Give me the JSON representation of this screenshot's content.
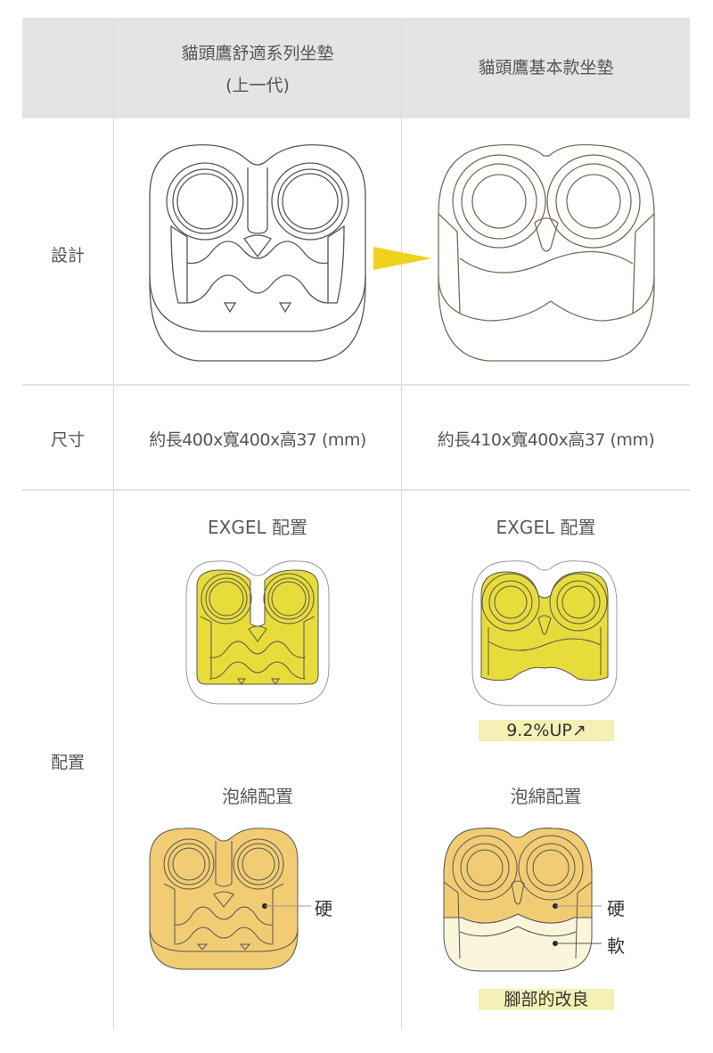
{
  "header": {
    "col1_line1": "貓頭鷹舒適系列坐墊",
    "col1_line2": "(上一代)",
    "col2": "貓頭鷹基本款坐墊"
  },
  "rows": {
    "design": {
      "label": "設計",
      "arrow_icon": "triangle-arrow-right",
      "arrow_color": "#f0d21a"
    },
    "size": {
      "label": "尺寸",
      "col1": "約長400x寬400x高37 (mm)",
      "col2": "約長410x寬400x高37 (mm)"
    },
    "layout": {
      "label": "配置",
      "exgel_title_1": "EXGEL 配置",
      "exgel_title_2": "EXGEL 配置",
      "exgel_badge": "9.2%UP↗",
      "foam_title_1": "泡綿配置",
      "foam_title_2": "泡綿配置",
      "hard_label_1": "硬",
      "hard_label_2": "硬",
      "soft_label_2": "軟",
      "foot_badge": "腳部的改良"
    }
  },
  "colors": {
    "header_bg": "#e4e4e6",
    "gel_yellow": "#e8dc3a",
    "foam_hard": "#f2cc72",
    "foam_soft": "#faf6dc",
    "badge_bg": "#f5f0b4",
    "line_grey": "#555555",
    "line_brown": "#7a6a58"
  }
}
